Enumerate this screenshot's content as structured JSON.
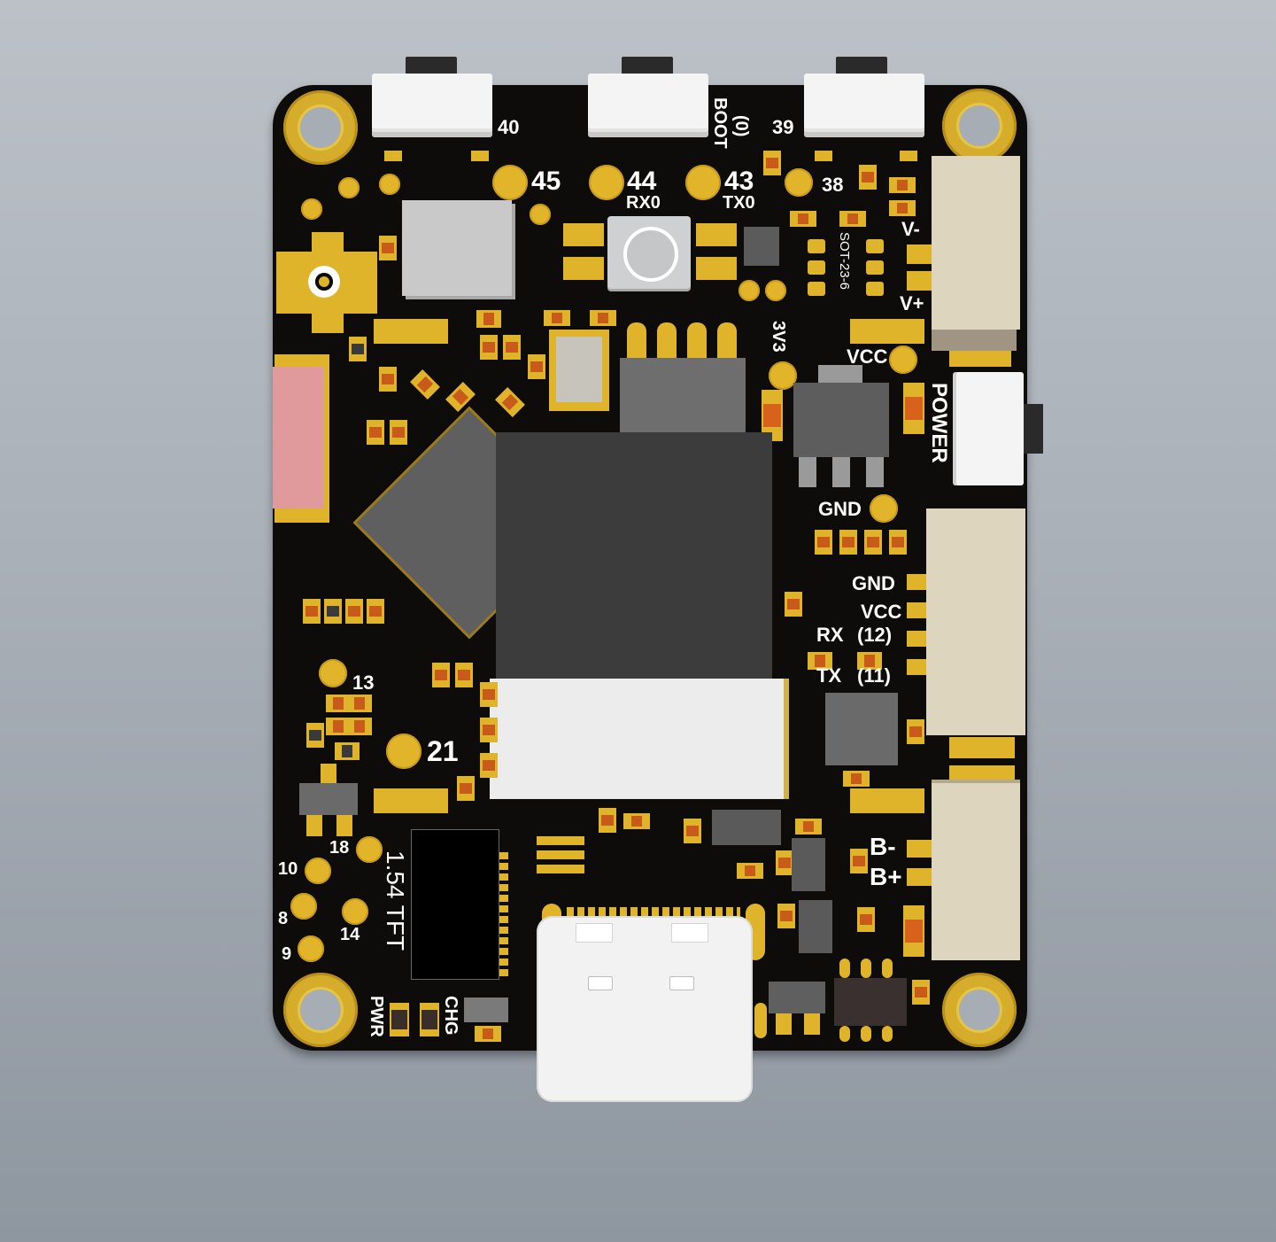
{
  "labels": {
    "p40": "40",
    "boot_a": "(0)",
    "boot_b": "BOOT",
    "p39": "39",
    "p45": "45",
    "p44": "44",
    "rx0": "RX0",
    "p43": "43",
    "tx0": "TX0",
    "p38": "38",
    "sot": "SOT-23-6",
    "vminus": "V-",
    "vplus": "V+",
    "v3v3": "3V3",
    "vcc_top": "VCC",
    "power": "POWER",
    "gnd_mid": "GND",
    "gnd_conn": "GND",
    "vcc_conn": "VCC",
    "rx": "RX",
    "p12": "(12)",
    "tx": "TX",
    "p11": "(11)",
    "p13": "13",
    "p21": "21",
    "p18": "18",
    "p10": "10",
    "p8": "8",
    "p14": "14",
    "p9": "9",
    "tft": "1.54 TFT",
    "bminus": "B-",
    "bplus": "B+",
    "pwr": "PWR",
    "chg": "CHG"
  },
  "colors": {
    "board": "#0d0c0a",
    "gold": "#e0b42a",
    "silkscreen": "#ffffff",
    "chip": "#3c3c3c",
    "usb": "#f2f2f2",
    "connector": "#ddd5bd",
    "antenna": "#e09a9c"
  },
  "icons": {
    "reset_button": "tactile-button-icon",
    "usb": "usb-c-connector-icon"
  }
}
